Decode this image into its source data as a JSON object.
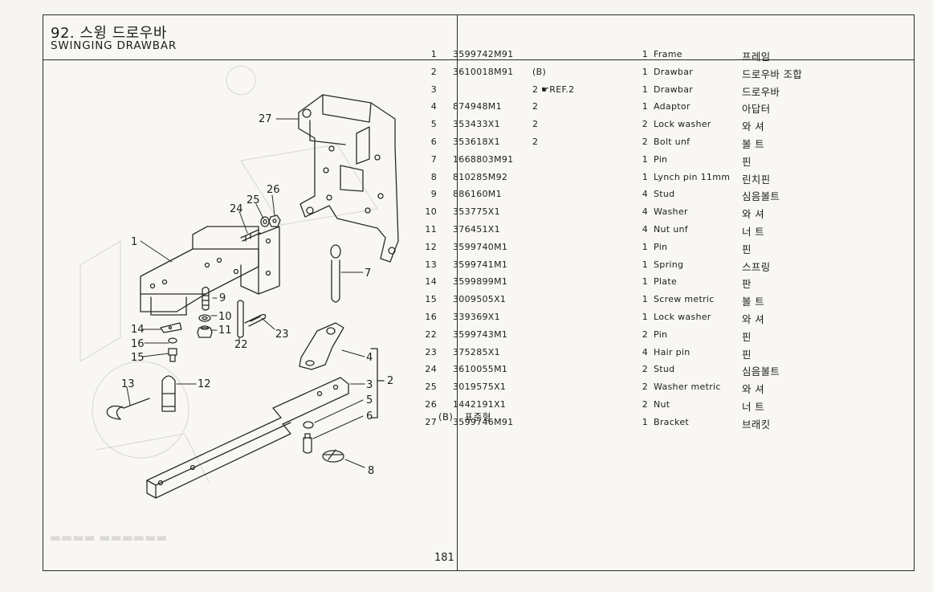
{
  "header": {
    "title_korean": "92. 스윙 드로우바",
    "title_english": "SWINGING DRAWBAR"
  },
  "page_number": "181",
  "diagram": {
    "callouts": [
      "1",
      "2",
      "3",
      "4",
      "5",
      "6",
      "7",
      "8",
      "9",
      "10",
      "11",
      "12",
      "13",
      "14",
      "15",
      "16",
      "22",
      "23",
      "24",
      "25",
      "26",
      "27"
    ]
  },
  "parts": [
    {
      "no": "1",
      "part_no": "3599742M91",
      "remark": "",
      "qty": "1",
      "name_en": "Frame",
      "name_ko": "프레임"
    },
    {
      "no": "2",
      "part_no": "3610018M91",
      "remark": "(B)",
      "qty": "1",
      "name_en": "Drawbar",
      "name_ko": "드로우바 조합"
    },
    {
      "no": "3",
      "part_no": "",
      "remark": "2 ☛REF.2",
      "qty": "1",
      "name_en": "Drawbar",
      "name_ko": "드로우바"
    },
    {
      "no": "4",
      "part_no": "874948M1",
      "remark": "2",
      "qty": "1",
      "name_en": "Adaptor",
      "name_ko": "아답터"
    },
    {
      "no": "5",
      "part_no": "353433X1",
      "remark": "2",
      "qty": "2",
      "name_en": "Lock washer",
      "name_ko": "와  셔"
    },
    {
      "no": "6",
      "part_no": "353618X1",
      "remark": "2",
      "qty": "2",
      "name_en": "Bolt unf",
      "name_ko": "볼  트"
    },
    {
      "no": "7",
      "part_no": "1668803M91",
      "remark": "",
      "qty": "1",
      "name_en": "Pin",
      "name_ko": "핀"
    },
    {
      "no": "8",
      "part_no": "810285M92",
      "remark": "",
      "qty": "1",
      "name_en": "Lynch pin 11mm",
      "name_ko": "린치핀"
    },
    {
      "no": "9",
      "part_no": "886160M1",
      "remark": "",
      "qty": "4",
      "name_en": "Stud",
      "name_ko": "심음볼트"
    },
    {
      "no": "10",
      "part_no": "353775X1",
      "remark": "",
      "qty": "4",
      "name_en": "Washer",
      "name_ko": "와  셔"
    },
    {
      "no": "11",
      "part_no": "376451X1",
      "remark": "",
      "qty": "4",
      "name_en": "Nut unf",
      "name_ko": "너  트"
    },
    {
      "no": "12",
      "part_no": "3599740M1",
      "remark": "",
      "qty": "1",
      "name_en": "Pin",
      "name_ko": "핀"
    },
    {
      "no": "13",
      "part_no": "3599741M1",
      "remark": "",
      "qty": "1",
      "name_en": "Spring",
      "name_ko": "스프링"
    },
    {
      "no": "14",
      "part_no": "3599899M1",
      "remark": "",
      "qty": "1",
      "name_en": "Plate",
      "name_ko": "판"
    },
    {
      "no": "15",
      "part_no": "3009505X1",
      "remark": "",
      "qty": "1",
      "name_en": "Screw metric",
      "name_ko": "볼  트"
    },
    {
      "no": "16",
      "part_no": "339369X1",
      "remark": "",
      "qty": "1",
      "name_en": "Lock washer",
      "name_ko": "와  셔"
    },
    {
      "no": "22",
      "part_no": "3599743M1",
      "remark": "",
      "qty": "2",
      "name_en": "Pin",
      "name_ko": "핀"
    },
    {
      "no": "23",
      "part_no": "375285X1",
      "remark": "",
      "qty": "4",
      "name_en": "Hair pin",
      "name_ko": "핀"
    },
    {
      "no": "24",
      "part_no": "3610055M1",
      "remark": "",
      "qty": "2",
      "name_en": "Stud",
      "name_ko": "심음볼트"
    },
    {
      "no": "25",
      "part_no": "3019575X1",
      "remark": "",
      "qty": "2",
      "name_en": "Washer metric",
      "name_ko": "와  셔"
    },
    {
      "no": "26",
      "part_no": "1442191X1",
      "remark": "",
      "qty": "2",
      "name_en": "Nut",
      "name_ko": "너  트"
    },
    {
      "no": "27",
      "part_no": "3599746M91",
      "remark": "",
      "qty": "1",
      "name_en": "Bracket",
      "name_ko": "브래킷"
    }
  ],
  "note": {
    "code": "(B)",
    "text": "표준형"
  }
}
